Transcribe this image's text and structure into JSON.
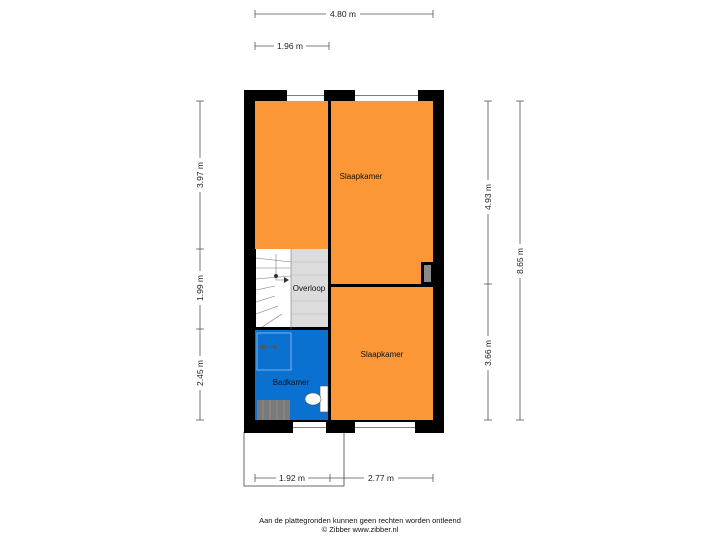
{
  "rooms": {
    "bedroom_top": "Slaapkamer",
    "landing": "Overloop",
    "bathroom": "Badkamer",
    "bedroom_bottom": "Slaapkamer"
  },
  "dimensions": {
    "top_total": "4.80 m",
    "top_partial": "1.96 m",
    "left_upper": "3.97 m",
    "left_middle": "1.99 m",
    "left_lower": "2.45 m",
    "right_upper": "4.93 m",
    "right_lower": "3.66 m",
    "right_total": "8.65 m",
    "bottom_left": "1.92 m",
    "bottom_right": "2.77 m"
  },
  "footer": {
    "disclaimer": "Aan de plattegronden kunnen geen rechten worden ontleend",
    "credit": "© Zibber www.zibber.nl"
  },
  "colors": {
    "bedroom": "#fb9736",
    "bathroom": "#0a71d1",
    "landing": "#dcdcdc",
    "wall": "#000000"
  }
}
